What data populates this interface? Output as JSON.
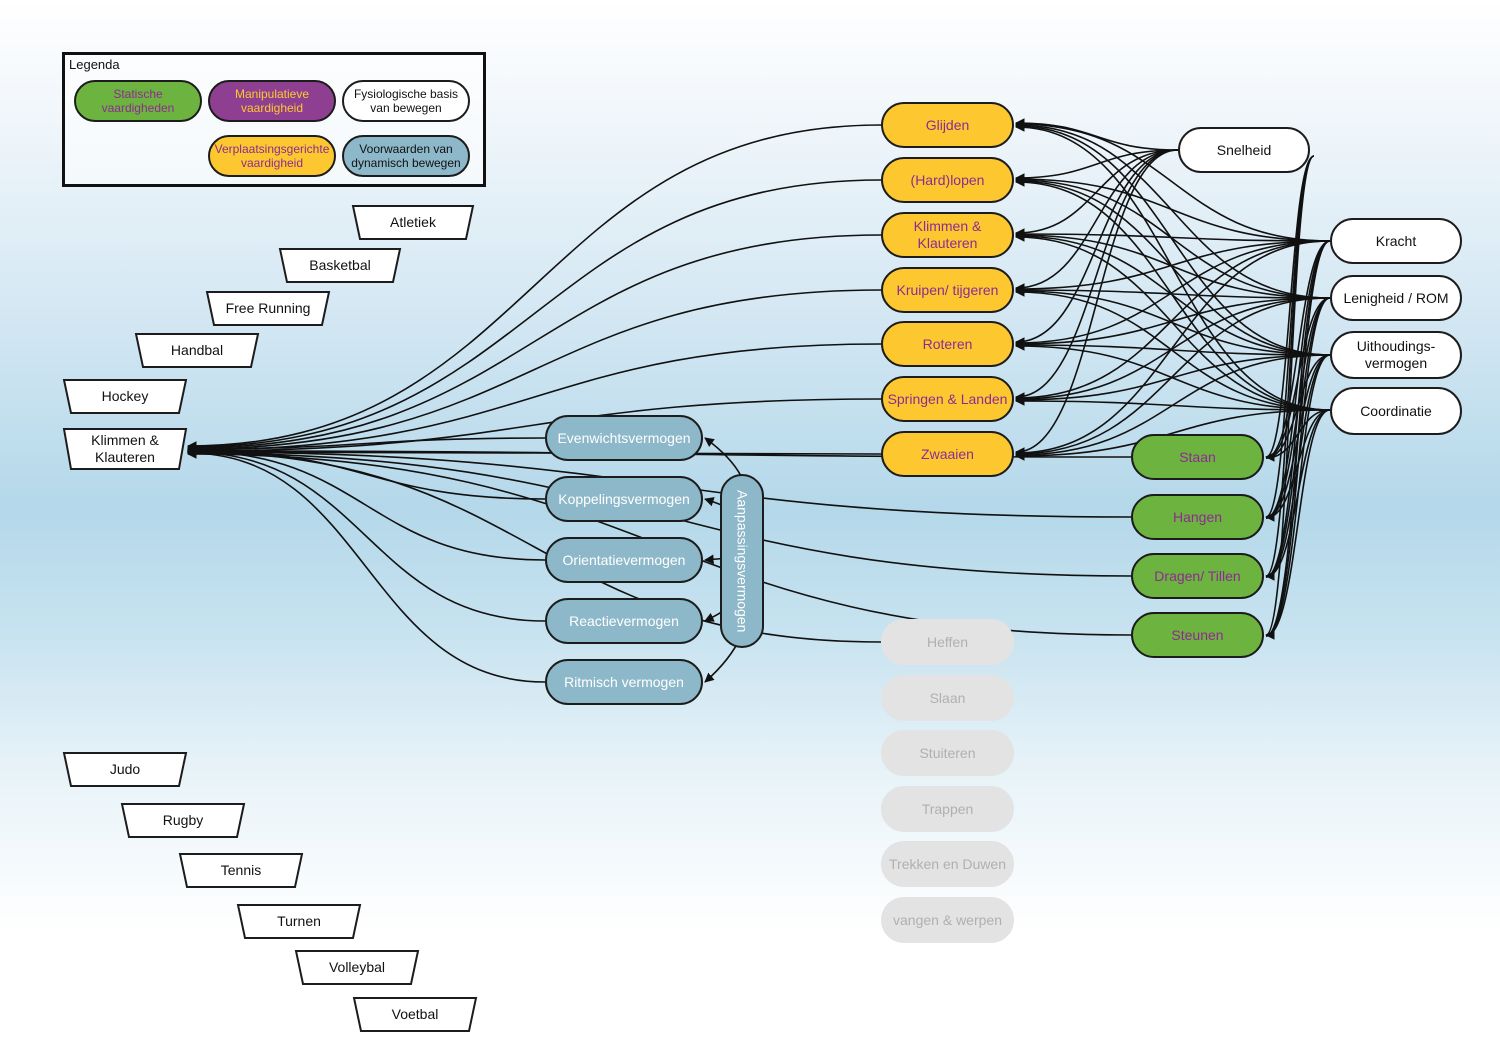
{
  "legend": {
    "title": "Legenda",
    "static": "Statische\nvaardigheden",
    "manipulative": "Manipulatieve\nvaardigheid",
    "physio": "Fysiologische basis\nvan bewegen",
    "locomotor": "Verplaatsingsgerichte\nvaardigheid",
    "conditions": "Voorwaarden van\ndynamisch bewegen"
  },
  "sports": [
    "Atletiek",
    "Basketbal",
    "Free Running",
    "Handbal",
    "Hockey",
    "Klimmen &\nKlauteren",
    "Judo",
    "Rugby",
    "Tennis",
    "Turnen",
    "Volleybal",
    "Voetbal"
  ],
  "locomotor_skills": [
    "Glijden",
    "(Hard)lopen",
    "Klimmen &\nKlauteren",
    "Kruipen/ tijgeren",
    "Roteren",
    "Springen & Landen",
    "Zwaaien"
  ],
  "static_skills": [
    "Staan",
    "Hangen",
    "Dragen/ Tillen",
    "Steunen"
  ],
  "manipulative_skills": [
    "Heffen",
    "Slaan",
    "Stuiteren",
    "Trappen",
    "Trekken en Duwen",
    "vangen & werpen"
  ],
  "coordination": [
    "Evenwichtsvermogen",
    "Koppelingsvermogen",
    "Orientatievermogen",
    "Reactievermogen",
    "Ritmisch vermogen"
  ],
  "adaptation": "Aanpassingsvermogen",
  "physiological": [
    "Snelheid",
    "Kracht",
    "Lenigheid / ROM",
    "Uithoudings-\nvermogen",
    "Coordinatie"
  ],
  "colors": {
    "static": "#6db33f",
    "manipulative": "#8e3f91",
    "locomotor": "#fdc82f",
    "conditions": "#8db8c9",
    "physio": "#ffffff",
    "label_purple": "#8e2b92",
    "label_orange": "#fdc82f",
    "inactive": "#e3e3e3"
  }
}
